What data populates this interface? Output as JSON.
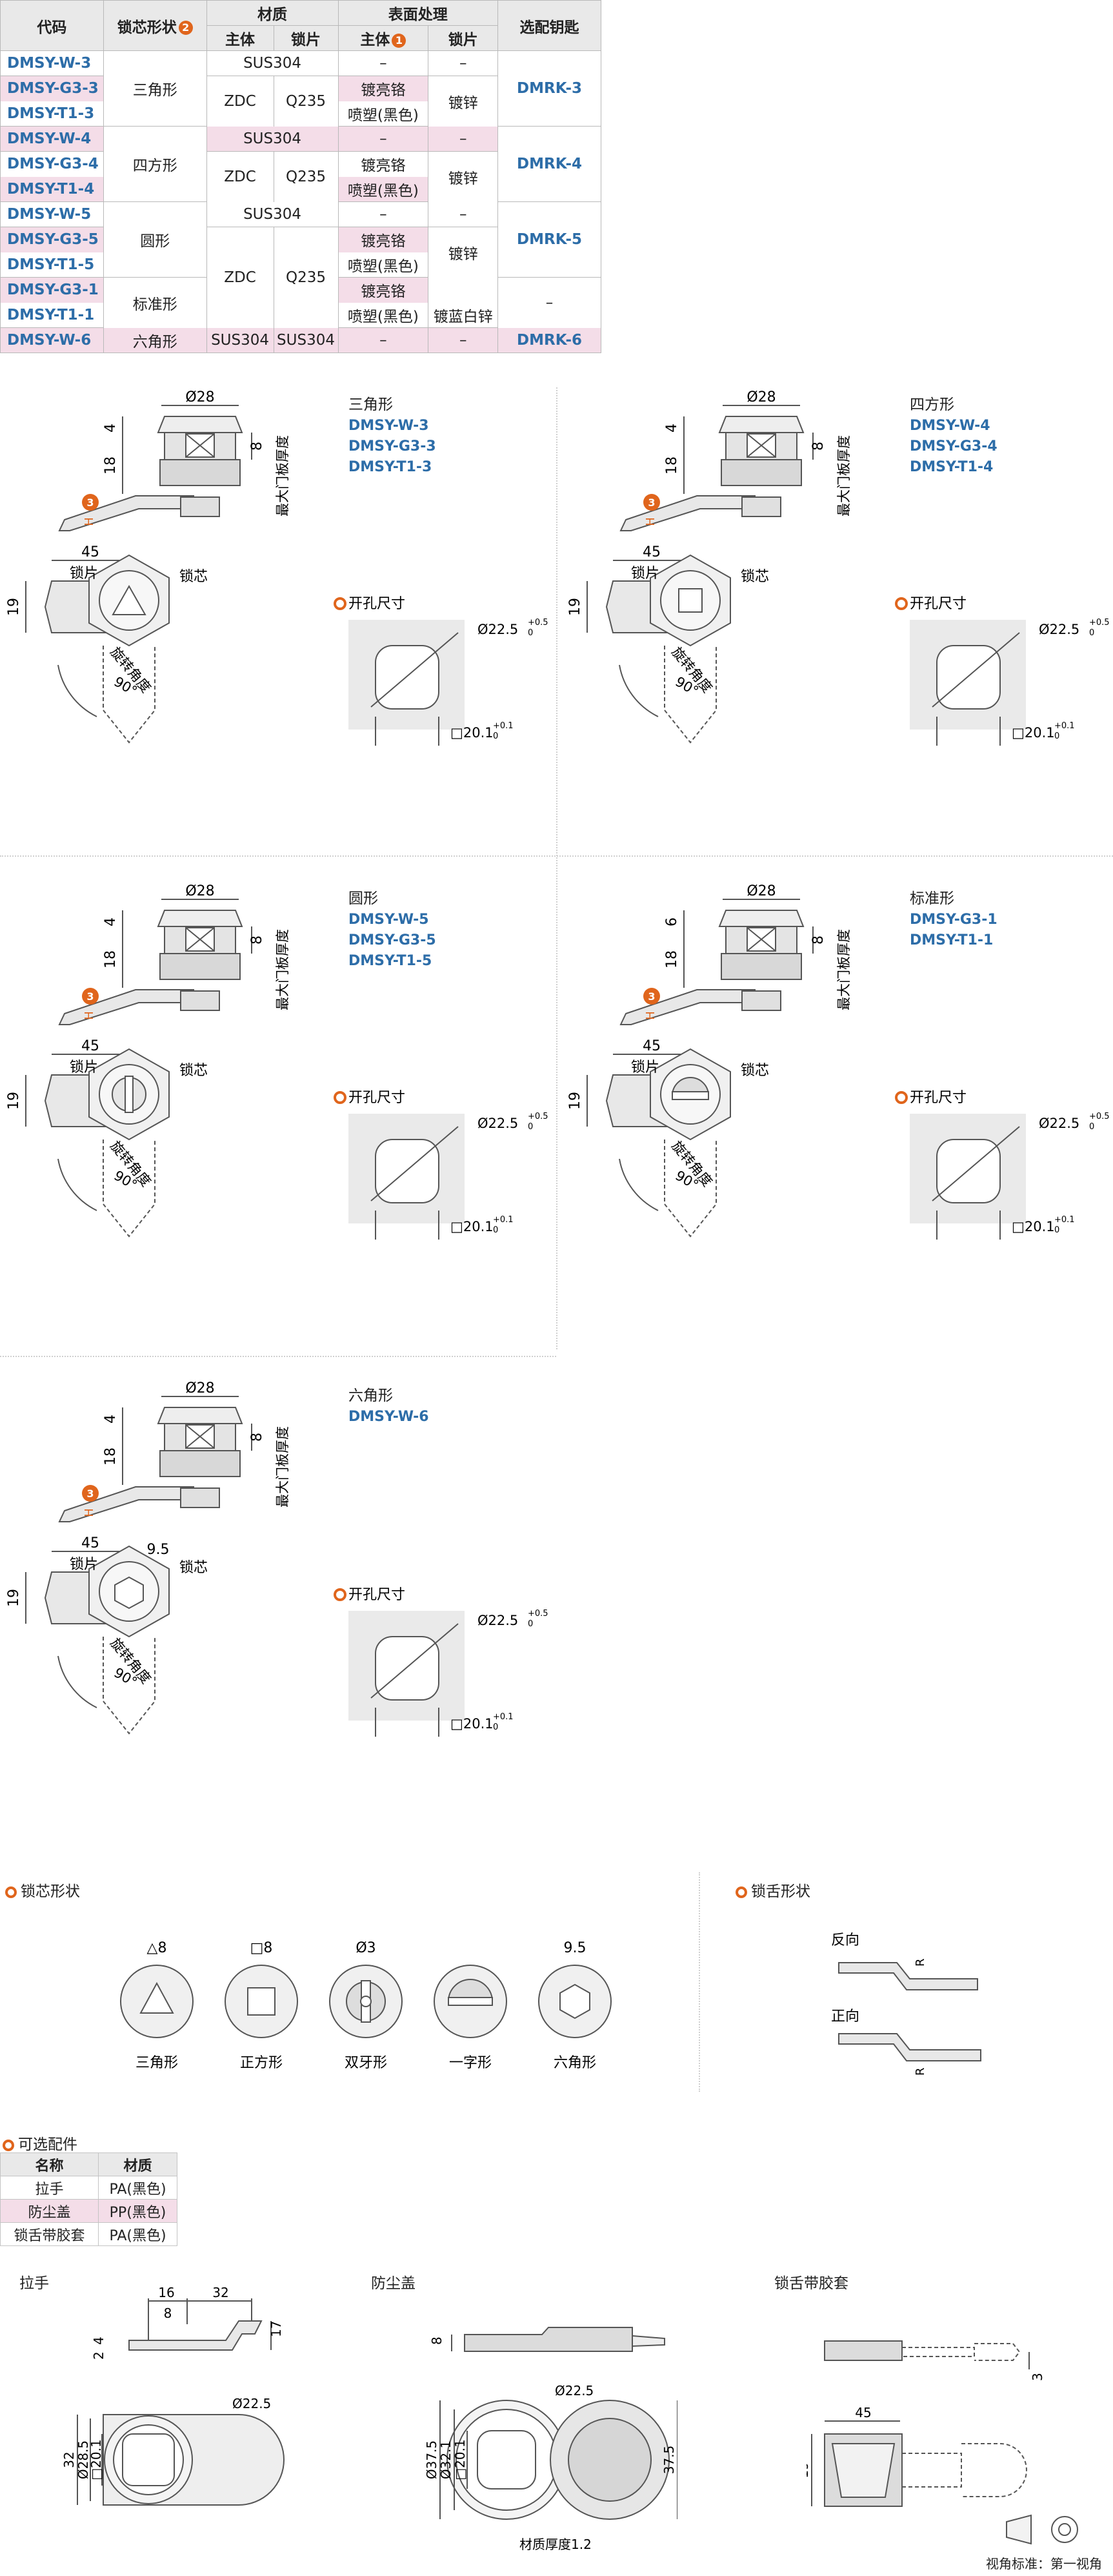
{
  "spec_table": {
    "headers": {
      "code": "代码",
      "shape": "锁芯形状",
      "shape_badge": "2",
      "material": "材质",
      "material_body": "主体",
      "material_plate": "锁片",
      "surface": "表面处理",
      "surface_body": "主体",
      "surface_body_badge": "1",
      "surface_plate": "锁片",
      "key": "选配钥匙"
    },
    "codes": [
      "DMSY-W-3",
      "DMSY-G3-3",
      "DMSY-T1-3",
      "DMSY-W-4",
      "DMSY-G3-4",
      "DMSY-T1-4",
      "DMSY-W-5",
      "DMSY-G3-5",
      "DMSY-T1-5",
      "DMSY-G3-1",
      "DMSY-T1-1",
      "DMSY-W-6"
    ],
    "shapes": [
      "三角形",
      "四方形",
      "圆形",
      "标准形",
      "六角形"
    ],
    "sus304": "SUS304",
    "zdc": "ZDC",
    "q235": "Q235",
    "dash": "–",
    "chrome": "镀亮铬",
    "black": "喷塑(黑色)",
    "zinc": "镀锌",
    "blue_zinc": "镀蓝白锌",
    "keys": [
      "DMRK-3",
      "DMRK-4",
      "DMRK-5",
      "–",
      "DMRK-6"
    ]
  },
  "diagram_common": {
    "d28": "Ø28",
    "dim4": "4",
    "dim6": "6",
    "dim18": "18",
    "dim8": "8",
    "door_thickness": "最大门板厚度",
    "h_badge": "3",
    "h_label": "H",
    "dim45": "45",
    "dim19": "19",
    "plate": "锁片",
    "core": "锁芯",
    "rotation": "旋转角度",
    "deg90": "90°",
    "cutout": "开孔尺寸",
    "d225": "Ø22.5",
    "d225_tol_up": "+0.5",
    "d225_tol_dn": "0",
    "sq201": "□20.1",
    "sq201_tol_up": "+0.1",
    "sq201_tol_dn": "0",
    "dim95": "9.5"
  },
  "variants": [
    {
      "title": "三角形",
      "codes": [
        "DMSY-W-3",
        "DMSY-G3-3",
        "DMSY-T1-3"
      ]
    },
    {
      "title": "四方形",
      "codes": [
        "DMSY-W-4",
        "DMSY-G3-4",
        "DMSY-T1-4"
      ]
    },
    {
      "title": "圆形",
      "codes": [
        "DMSY-W-5",
        "DMSY-G3-5",
        "DMSY-T1-5"
      ]
    },
    {
      "title": "标准形",
      "codes": [
        "DMSY-G3-1",
        "DMSY-T1-1"
      ]
    },
    {
      "title": "六角形",
      "codes": [
        "DMSY-W-6"
      ]
    }
  ],
  "core_shapes": {
    "title": "锁芯形状",
    "items": [
      {
        "dim": "△8",
        "label": "三角形"
      },
      {
        "dim": "□8",
        "label": "正方形"
      },
      {
        "dim": "Ø3",
        "label": "双牙形"
      },
      {
        "dim": "",
        "label": "一字形"
      },
      {
        "dim": "9.5",
        "label": "六角形"
      }
    ]
  },
  "tongue_shapes": {
    "title": "锁舌形状",
    "reverse": "反向",
    "forward": "正向",
    "r": "R"
  },
  "accessories": {
    "title": "可选配件",
    "headers": [
      "名称",
      "材质"
    ],
    "rows": [
      [
        "拉手",
        "PA(黑色)"
      ],
      [
        "防尘盖",
        "PP(黑色)"
      ],
      [
        "锁舌带胶套",
        "PA(黑色)"
      ]
    ],
    "handle": {
      "title": "拉手",
      "d16": "16",
      "d32": "32",
      "d8": "8",
      "d17": "17",
      "d4": "4",
      "d2": "2",
      "d225": "Ø22.5",
      "dim32": "32",
      "d285": "Ø28.5",
      "d201": "□20.1"
    },
    "cover": {
      "title": "防尘盖",
      "d8": "8",
      "d225": "Ø22.5",
      "d375": "Ø37.5",
      "d321": "Ø32.1",
      "d201": "□20.1",
      "h375": "37.5",
      "thickness": "材质厚度1.2"
    },
    "sleeve": {
      "title": "锁舌带胶套",
      "d3": "3",
      "d45": "45",
      "d19": "19"
    }
  },
  "view_standard": "视角标准：第一视角"
}
